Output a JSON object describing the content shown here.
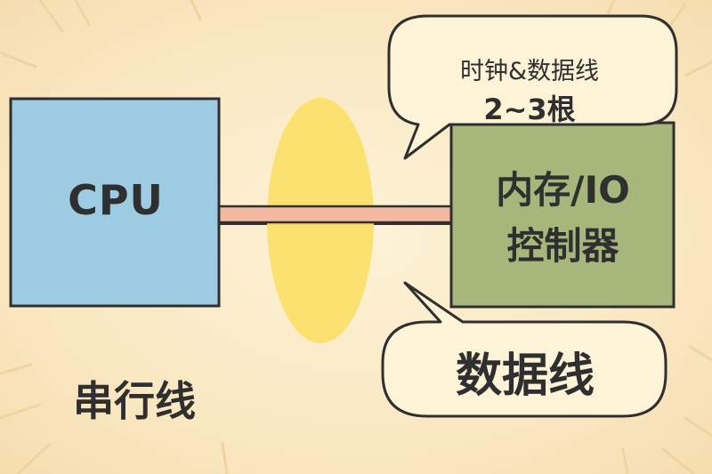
{
  "cpu": {
    "label": "CPU"
  },
  "memory_io": {
    "line1": "内存/IO",
    "line2": "控制器"
  },
  "bubble_top": {
    "line1": "时钟&数据线",
    "line2": "2~3根"
  },
  "bubble_bottom": {
    "text": "数据线"
  },
  "serial": {
    "label": "串行线"
  },
  "colors": {
    "background": "#f9e6bf",
    "cpu_box": "#9dcbe1",
    "memory_box": "#a7b67a",
    "ellipse": "#fbe06a",
    "wire": "#f3b9a0",
    "outline": "#2f2f2f",
    "bubble": "#fdf3d6"
  }
}
